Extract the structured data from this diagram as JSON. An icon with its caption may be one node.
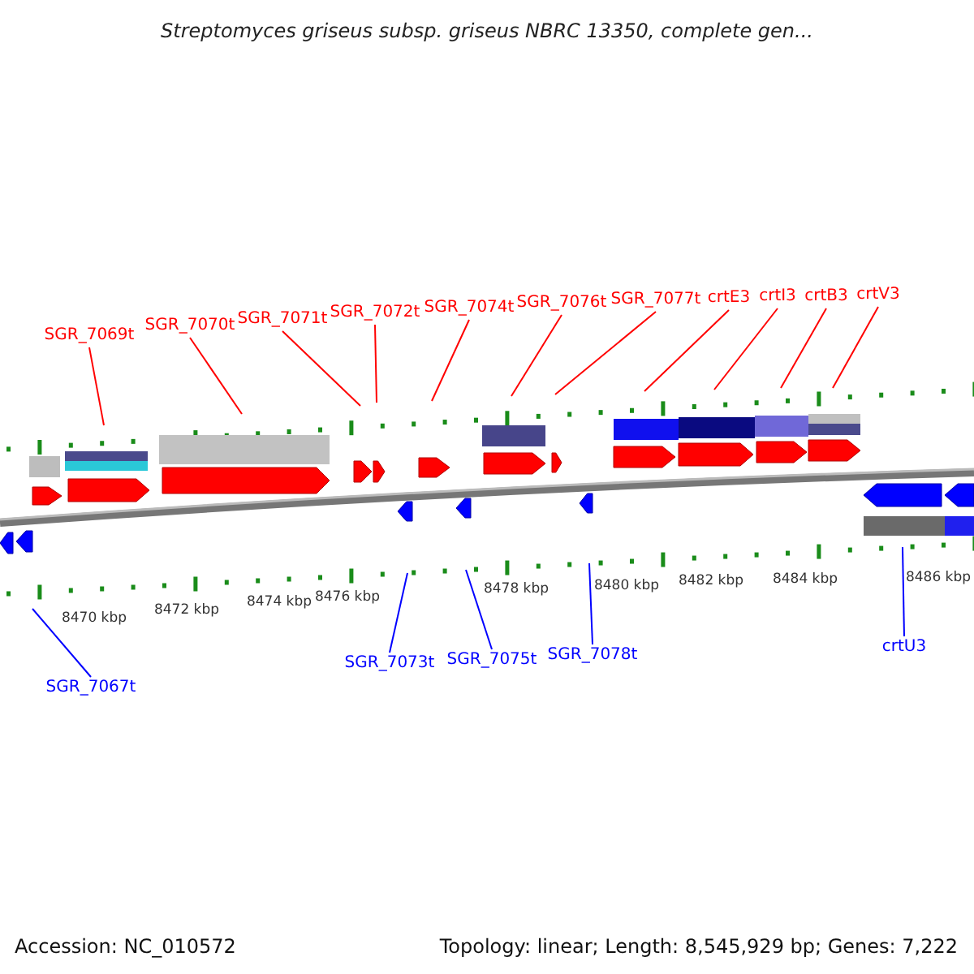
{
  "diagram": {
    "title": "Streptomyces griseus subsp. griseus NBRC 13350, complete gen...",
    "nodes": [
      {
        "text": [
          "SGR_7069t"
        ]
      },
      {
        "text": [
          "SGR_7070t"
        ]
      },
      {
        "text": [
          "SGR_7071t"
        ]
      },
      {
        "text": [
          "SGR_7072t"
        ]
      },
      {
        "text": [
          "SGR_7074t"
        ]
      },
      {
        "text": [
          "SGR_7076t"
        ]
      },
      {
        "text": [
          "SGR_7077t"
        ]
      },
      {
        "text": [
          "crtE3"
        ]
      },
      {
        "text": [
          "crtI3"
        ]
      },
      {
        "text": [
          "crtB3"
        ]
      },
      {
        "text": [
          "crtV3"
        ]
      },
      {
        "text": [
          "SGR_7067t"
        ]
      },
      {
        "text": [
          "SGR_7073t"
        ]
      },
      {
        "text": [
          "SGR_7075t"
        ]
      },
      {
        "text": [
          "SGR_7078t"
        ]
      },
      {
        "text": [
          "crtU3"
        ]
      }
    ],
    "edges": [
      {
        "from": 0,
        "to": null,
        "arrow": "none"
      },
      {
        "from": 1,
        "to": null,
        "arrow": "none"
      },
      {
        "from": 2,
        "to": null,
        "arrow": "none"
      },
      {
        "from": 3,
        "to": null,
        "arrow": "none"
      },
      {
        "from": 4,
        "to": null,
        "arrow": "none"
      },
      {
        "from": 5,
        "to": null,
        "arrow": "none"
      },
      {
        "from": 6,
        "to": null,
        "arrow": "none"
      },
      {
        "from": 7,
        "to": null,
        "arrow": "none"
      },
      {
        "from": 8,
        "to": null,
        "arrow": "none"
      },
      {
        "from": 9,
        "to": null,
        "arrow": "none"
      },
      {
        "from": 10,
        "to": null,
        "arrow": "none"
      },
      {
        "from": 11,
        "to": null,
        "arrow": "none",
        "color": "#0000ff"
      },
      {
        "from": 12,
        "to": null,
        "arrow": "none",
        "color": "#0000ff"
      },
      {
        "from": 13,
        "to": null,
        "arrow": "none",
        "color": "#0000ff"
      },
      {
        "from": 14,
        "to": null,
        "arrow": "none",
        "color": "#0000ff"
      },
      {
        "from": 15,
        "to": null,
        "arrow": "none",
        "color": "#0000ff"
      }
    ],
    "labels": [
      "8470 kbp",
      "8472 kbp",
      "8474 kbp",
      "8476 kbp",
      "8478 kbp",
      "8480 kbp",
      "8482 kbp",
      "8484 kbp",
      "8486 kbp",
      "Accession: NC_010572",
      "Topology: linear; Length: 8,545,929 bp; Genes: 7,222"
    ]
  }
}
